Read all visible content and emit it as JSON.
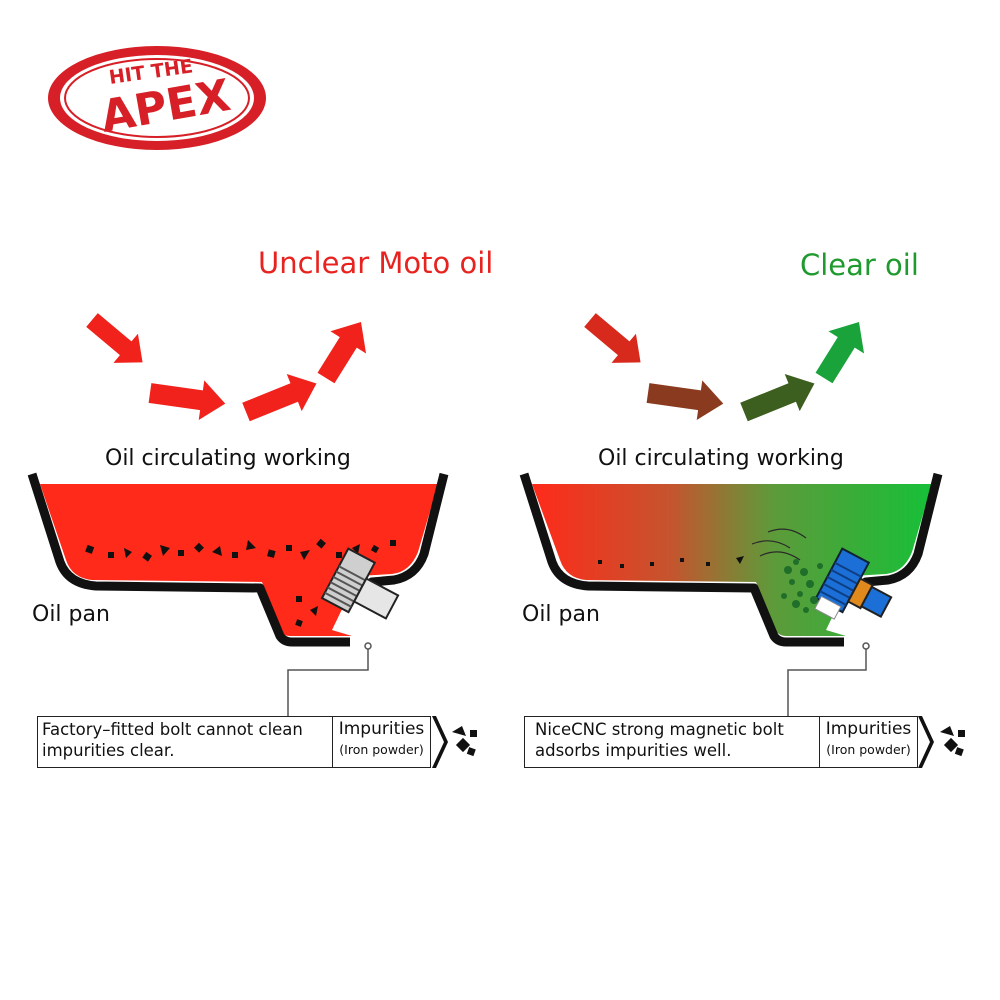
{
  "logo": {
    "text_top": "HIT THE",
    "text_main": "APEX",
    "color": "#d61f26"
  },
  "left_panel": {
    "heading": "Unclear Moto oil",
    "heading_color": "#e8231f",
    "flow_caption": "Oil circulating working",
    "pan_label": "Oil pan",
    "note_text": [
      "Factory–fitted bolt cannot clean",
      "impurities clear."
    ],
    "impurities_title": "Impurities",
    "impurities_sub": "(Iron powder)"
  },
  "right_panel": {
    "heading": "Clear oil",
    "heading_color": "#1f9a2e",
    "flow_caption": "Oil circulating working",
    "pan_label": "Oil pan",
    "note_text": [
      "NiceCNC strong magnetic bolt",
      "adsorbs impurities well."
    ],
    "impurities_title": "Impurities",
    "impurities_sub": "(Iron powder)"
  },
  "colors": {
    "oil_dirty": "#ff2a1a",
    "oil_clean": "#22b43a",
    "bolt_blue": "#1b6fd6",
    "bolt_orange": "#e08a1e"
  }
}
